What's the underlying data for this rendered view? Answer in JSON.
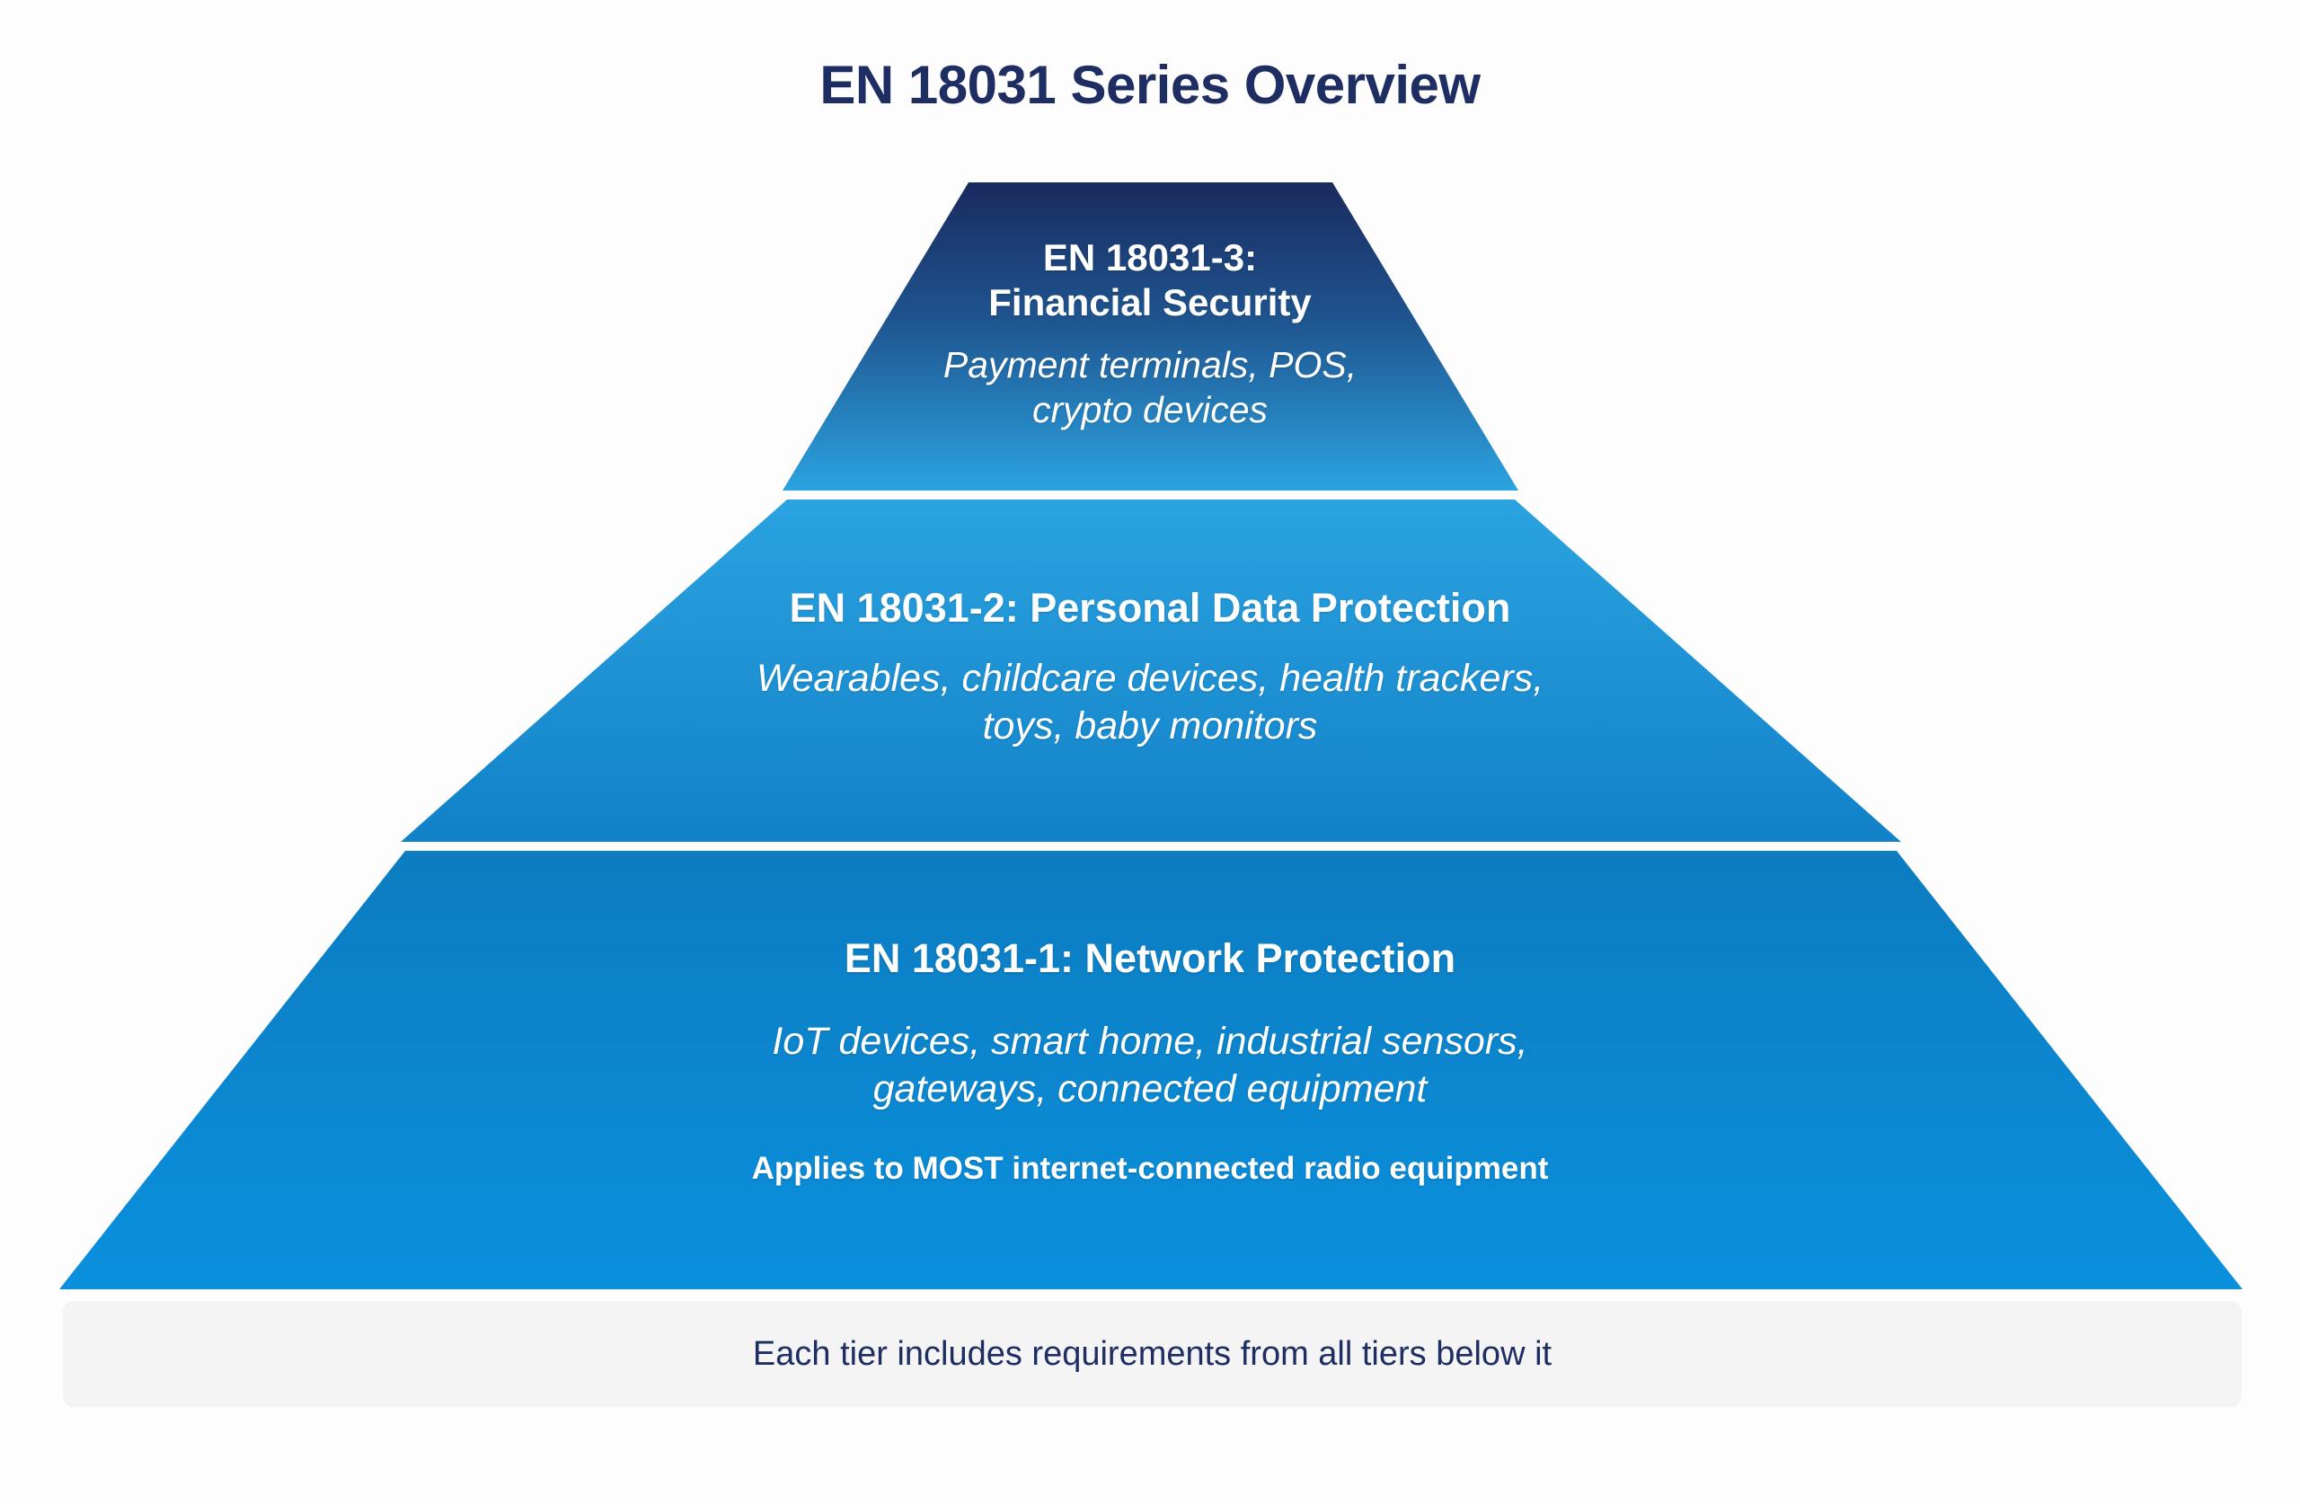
{
  "page": {
    "title": "EN 18031 Series Overview",
    "background_color": "#fdfdfd",
    "title_color": "#1e2d62"
  },
  "diagram": {
    "type": "pyramid",
    "orientation": "apex-top",
    "tier_count": 3,
    "tiers": [
      {
        "level": 3,
        "position": "top",
        "title": "EN 18031-3:\nFinancial Security",
        "title_line1": "EN 18031-3:",
        "title_line2": "Financial Security",
        "description": "Payment terminals, POS,\ncrypto devices",
        "description_line1": "Payment terminals, POS,",
        "description_line2": "crypto devices",
        "gradient_from": "#1a2a5e",
        "gradient_to": "#2ba3e0"
      },
      {
        "level": 2,
        "position": "middle",
        "title": "EN 18031-2: Personal Data Protection",
        "description": "Wearables, childcare devices, health trackers,\ntoys, baby monitors",
        "description_line1": "Wearables, childcare devices, health trackers,",
        "description_line2": "toys, baby monitors",
        "gradient_from": "#2ba3e0",
        "gradient_to": "#1281c8"
      },
      {
        "level": 1,
        "position": "bottom",
        "title": "EN 18031-1: Network Protection",
        "description": "IoT devices, smart home, industrial sensors,\ngateways, connected equipment",
        "description_line1": "IoT devices, smart home, industrial sensors,",
        "description_line2": "gateways, connected equipment",
        "note": "Applies to MOST internet-connected radio equipment",
        "gradient_from": "#0d7cc0",
        "gradient_to": "#0a90dd"
      }
    ]
  },
  "footer": {
    "caption": "Each tier includes requirements from all tiers below it",
    "background_color": "#f4f4f5",
    "text_color": "#1e2d62"
  }
}
